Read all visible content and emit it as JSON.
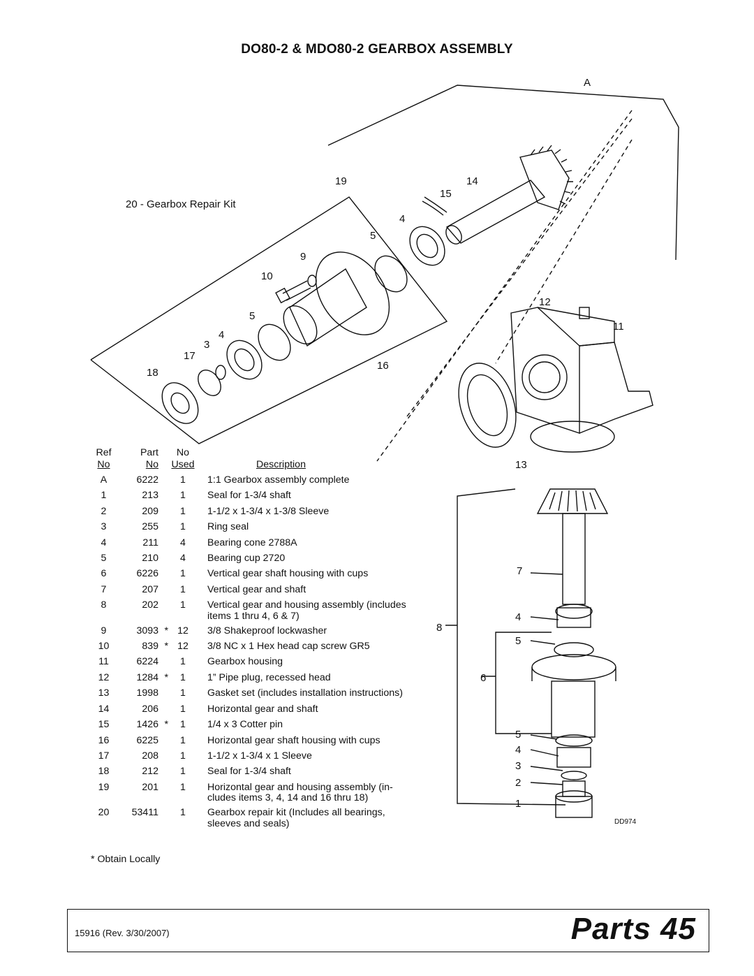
{
  "title": "DO80-2 & MDO80-2 GEARBOX ASSEMBLY",
  "diagram": {
    "kit_label": "20 - Gearbox Repair Kit",
    "callouts": {
      "A": "A",
      "n19": "19",
      "n14": "14",
      "n15": "15",
      "n4a": "4",
      "n5a": "5",
      "n9": "9",
      "n10": "10",
      "n5b": "5",
      "n4b": "4",
      "n3": "3",
      "n17": "17",
      "n18": "18",
      "n16": "16",
      "n12": "12",
      "n11": "11",
      "n13": "13",
      "n7": "7",
      "n8": "8",
      "n4c": "4",
      "n5c": "5",
      "n6": "6",
      "n5d": "5",
      "n4d": "4",
      "n3b": "3",
      "n2": "2",
      "n1": "1"
    },
    "drawing_id": "DD974"
  },
  "table": {
    "headers": {
      "ref_top": "Ref",
      "ref_bottom": "No",
      "part_top": "Part",
      "part_bottom": "No",
      "used_top": "No",
      "used_bottom": "Used",
      "description": "Description"
    },
    "rows": [
      {
        "ref": "A",
        "part": "6222",
        "star": "",
        "used": "1",
        "desc": "1:1 Gearbox assembly complete",
        "desc2": ""
      },
      {
        "ref": "1",
        "part": "213",
        "star": "",
        "used": "1",
        "desc": "Seal for 1-3/4 shaft",
        "desc2": ""
      },
      {
        "ref": "2",
        "part": "209",
        "star": "",
        "used": "1",
        "desc": "1-1/2 x 1-3/4 x 1-3/8 Sleeve",
        "desc2": ""
      },
      {
        "ref": "3",
        "part": "255",
        "star": "",
        "used": "1",
        "desc": "Ring seal",
        "desc2": ""
      },
      {
        "ref": "4",
        "part": "211",
        "star": "",
        "used": "4",
        "desc": "Bearing cone 2788A",
        "desc2": ""
      },
      {
        "ref": "5",
        "part": "210",
        "star": "",
        "used": "4",
        "desc": "Bearing cup 2720",
        "desc2": ""
      },
      {
        "ref": "6",
        "part": "6226",
        "star": "",
        "used": "1",
        "desc": "Vertical gear shaft housing with cups",
        "desc2": ""
      },
      {
        "ref": "7",
        "part": "207",
        "star": "",
        "used": "1",
        "desc": "Vertical gear and shaft",
        "desc2": ""
      },
      {
        "ref": "8",
        "part": "202",
        "star": "",
        "used": "1",
        "desc": "Vertical gear and housing assembly (includes",
        "desc2": "items 1 thru 4, 6 & 7)"
      },
      {
        "ref": "9",
        "part": "3093",
        "star": "*",
        "used": "12",
        "desc": "3/8 Shakeproof lockwasher",
        "desc2": ""
      },
      {
        "ref": "10",
        "part": "839",
        "star": "*",
        "used": "12",
        "desc": "3/8 NC x 1 Hex head cap screw GR5",
        "desc2": ""
      },
      {
        "ref": "11",
        "part": "6224",
        "star": "",
        "used": "1",
        "desc": "Gearbox housing",
        "desc2": ""
      },
      {
        "ref": "12",
        "part": "1284",
        "star": "*",
        "used": "1",
        "desc": "1” Pipe plug, recessed head",
        "desc2": ""
      },
      {
        "ref": "13",
        "part": "1998",
        "star": "",
        "used": "1",
        "desc": "Gasket set (includes installation instructions)",
        "desc2": ""
      },
      {
        "ref": "14",
        "part": "206",
        "star": "",
        "used": "1",
        "desc": "Horizontal gear and shaft",
        "desc2": ""
      },
      {
        "ref": "15",
        "part": "1426",
        "star": "*",
        "used": "1",
        "desc": "1/4 x 3 Cotter pin",
        "desc2": ""
      },
      {
        "ref": "16",
        "part": "6225",
        "star": "",
        "used": "1",
        "desc": "Horizontal gear shaft housing with cups",
        "desc2": ""
      },
      {
        "ref": "17",
        "part": "208",
        "star": "",
        "used": "1",
        "desc": "1-1/2 x 1-3/4 x 1 Sleeve",
        "desc2": ""
      },
      {
        "ref": "18",
        "part": "212",
        "star": "",
        "used": "1",
        "desc": "Seal for 1-3/4 shaft",
        "desc2": ""
      },
      {
        "ref": "19",
        "part": "201",
        "star": "",
        "used": "1",
        "desc": "Horizontal gear and housing assembly (in-",
        "desc2": "cludes items 3, 4, 14 and 16 thru 18)"
      },
      {
        "ref": "20",
        "part": "53411",
        "star": "",
        "used": "1",
        "desc": "Gearbox repair kit (Includes all bearings,",
        "desc2": "sleeves and seals)"
      }
    ]
  },
  "footnote": "* Obtain Locally",
  "footer": {
    "doc_number": "15916 (Rev. 3/30/2007)",
    "section": "Parts",
    "page_number": "45"
  }
}
